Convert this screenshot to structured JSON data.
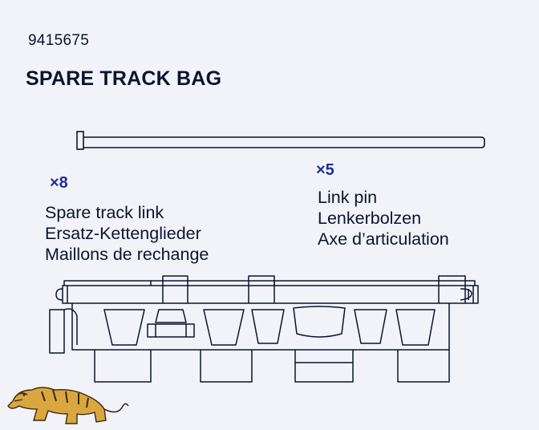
{
  "header": {
    "part_number": "9415675",
    "title": "SPARE TRACK BAG"
  },
  "parts": {
    "track_link": {
      "quantity": "×8",
      "names": [
        "Spare track link",
        "Ersatz-Kettenglieder",
        "Maillons de rechange"
      ]
    },
    "link_pin": {
      "quantity": "×5",
      "names": [
        "Link pin",
        "Lenkerbolzen",
        "Axe d’articulation"
      ]
    }
  },
  "icons": {
    "logo": "tiger-logo-icon",
    "pin": "link-pin-icon",
    "track": "track-link-icon"
  },
  "colors": {
    "background": "#f2f3f9",
    "ink": "#0b1430",
    "quantity": "#1f2f9a",
    "logo": "#d9a640"
  }
}
